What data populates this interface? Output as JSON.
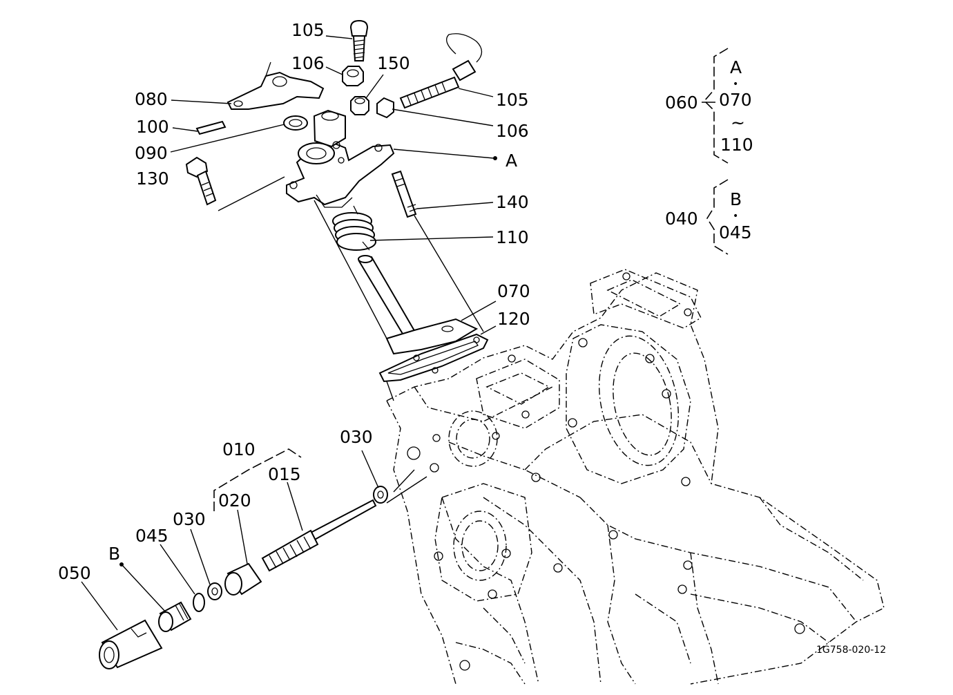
{
  "diagram_code": "1G758-020-12",
  "callouts": {
    "c105_top": "105",
    "c106_top": "106",
    "c150": "150",
    "c080": "080",
    "c105_right": "105",
    "c100": "100",
    "c106_right": "106",
    "c090": "090",
    "cA": "A",
    "c130": "130",
    "c140": "140",
    "c110": "110",
    "c070": "070",
    "c120": "120",
    "c010": "010",
    "c030_mid": "030",
    "c015": "015",
    "c020": "020",
    "c030_low": "030",
    "c045": "045",
    "cB": "B",
    "c050": "050"
  },
  "legend": {
    "group_060": {
      "code": "060",
      "lines": [
        "A",
        "070",
        "110"
      ],
      "dot": "•",
      "tilde": "~"
    },
    "group_040": {
      "code": "040",
      "lines": [
        "B",
        "045"
      ],
      "dot": "•"
    }
  }
}
